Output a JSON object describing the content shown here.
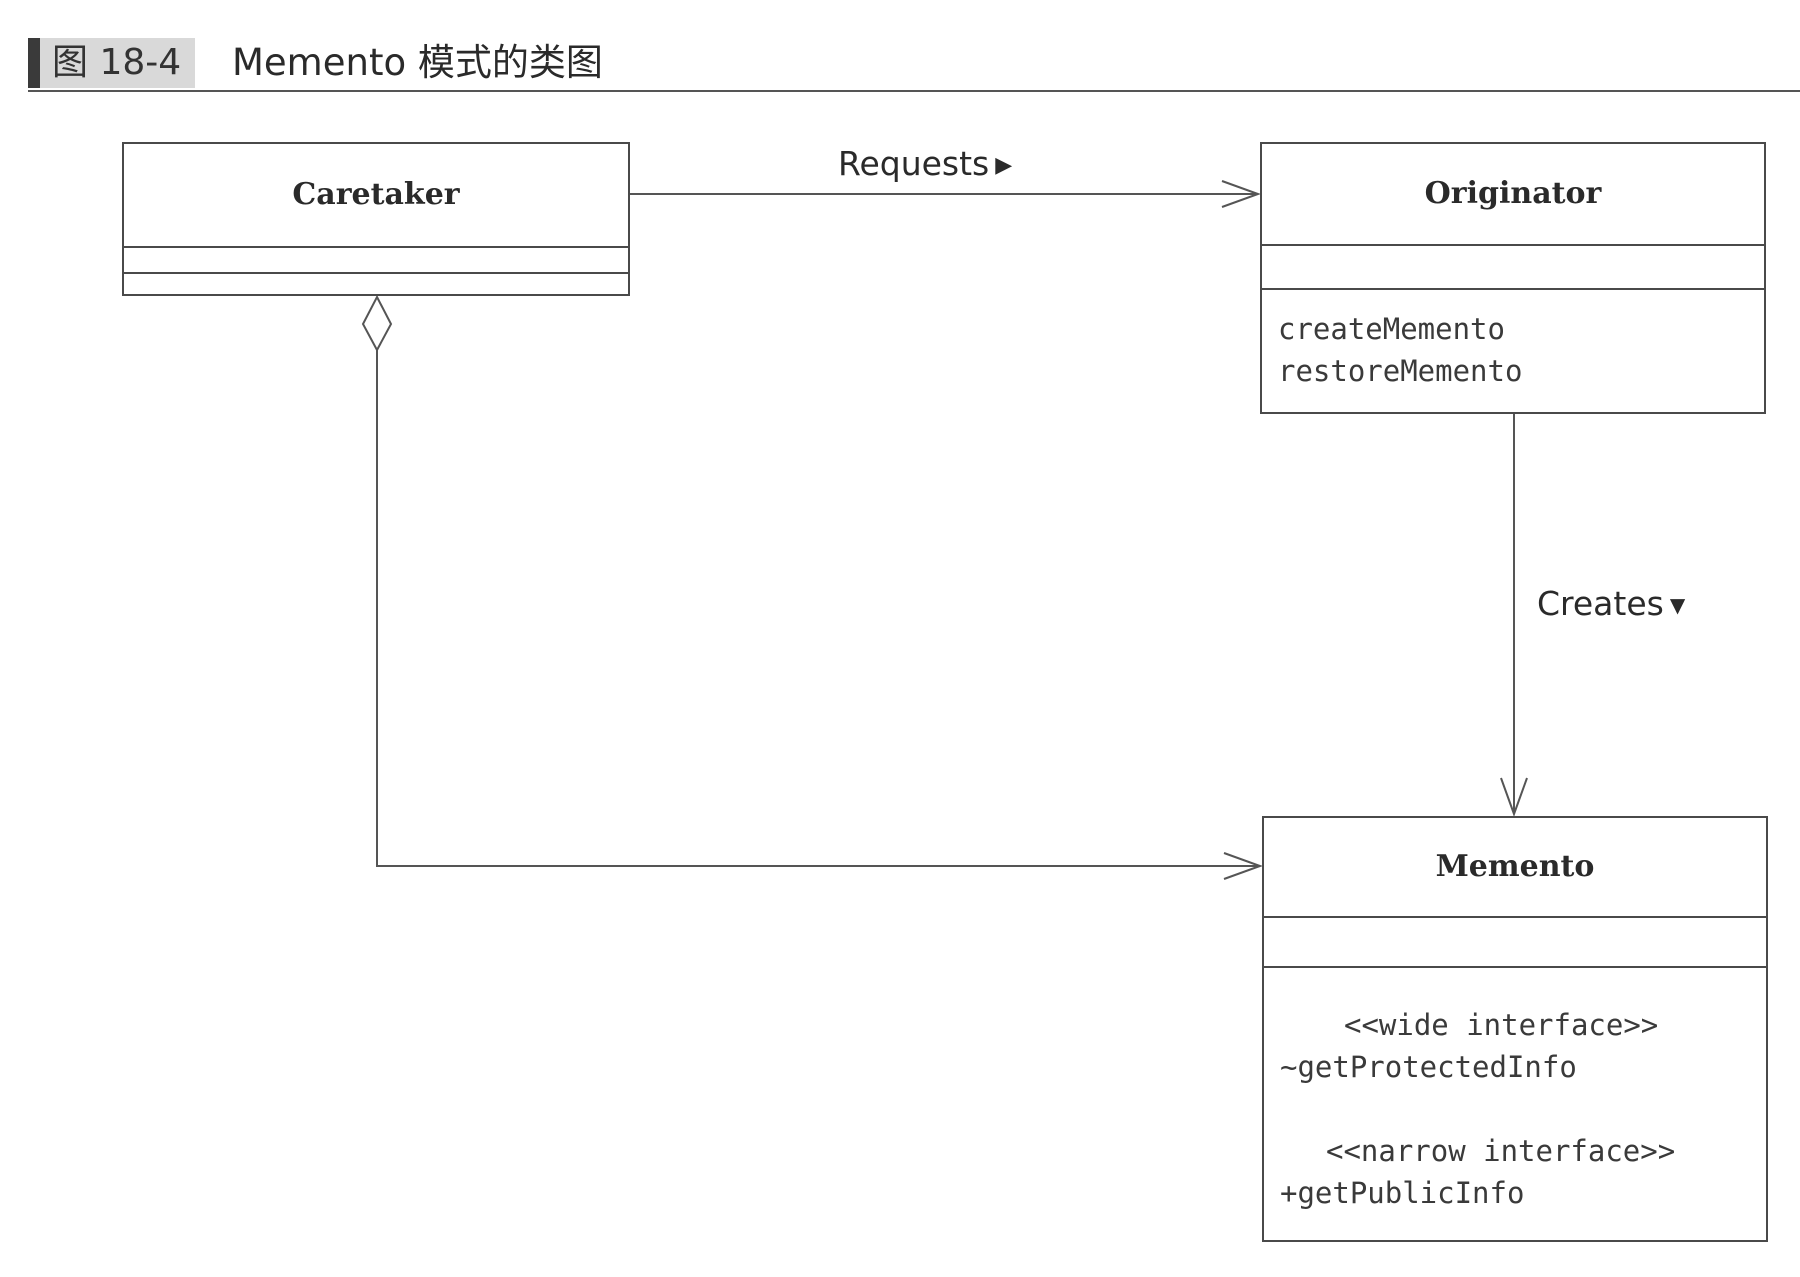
{
  "caption": {
    "figure_number": "图 18-4",
    "title": "Memento 模式的类图"
  },
  "classes": {
    "caretaker": {
      "name": "Caretaker",
      "attributes": [],
      "operations": []
    },
    "originator": {
      "name": "Originator",
      "attributes": [],
      "operations": [
        "createMemento",
        "restoreMemento"
      ]
    },
    "memento": {
      "name": "Memento",
      "attributes": [],
      "wide_stereotype": "<<wide interface>>",
      "wide_operation": "~getProtectedInfo",
      "narrow_stereotype": "<<narrow interface>>",
      "narrow_operation": "+getPublicInfo"
    }
  },
  "relations": {
    "requests": {
      "label": "Requests",
      "direction_glyph": "▶",
      "from": "Caretaker",
      "to": "Originator",
      "kind": "association"
    },
    "creates": {
      "label": "Creates",
      "direction_glyph": "▼",
      "from": "Originator",
      "to": "Memento",
      "kind": "association"
    },
    "aggregation": {
      "from": "Caretaker",
      "to": "Memento",
      "kind": "aggregation"
    }
  }
}
